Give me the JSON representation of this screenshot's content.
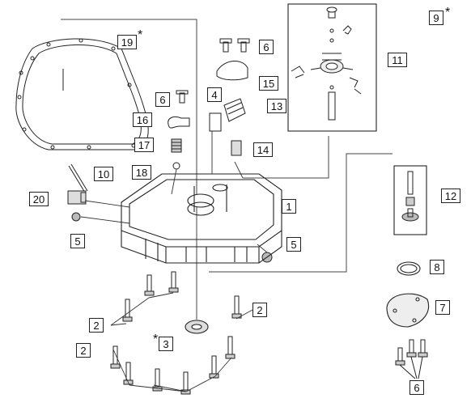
{
  "callouts": {
    "c19": "19",
    "star19": "*",
    "c6a": "6",
    "c15": "15",
    "c11": "11",
    "c9": "9",
    "star9": "*",
    "c6b": "6",
    "c4": "4",
    "c13": "13",
    "c16": "16",
    "c17": "17",
    "c14": "14",
    "c18": "18",
    "c10": "10",
    "c12": "12",
    "c20": "20",
    "c1": "1",
    "c5a": "5",
    "c5b": "5",
    "c8": "8",
    "c7": "7",
    "c2a": "2",
    "c2b": "2",
    "c2c": "2",
    "c3": "3",
    "star3": "*",
    "c6c": "6"
  }
}
